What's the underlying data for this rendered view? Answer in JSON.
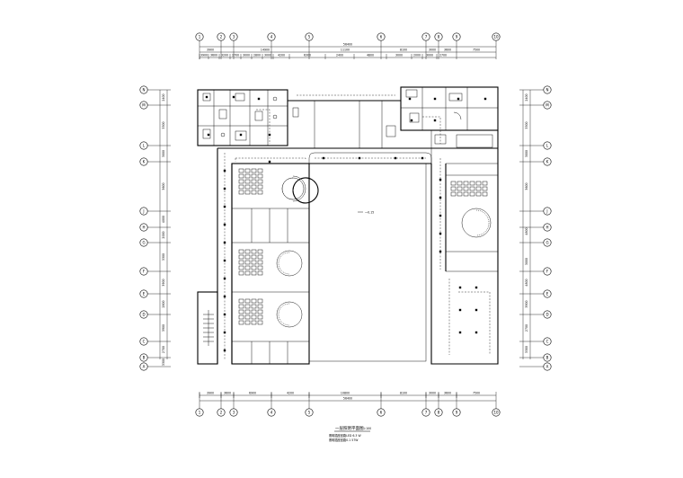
{
  "drawing": {
    "title": "一层照明平面图",
    "scale": "1:100",
    "notes": [
      "照明插座回路LED 6.3 W",
      "照明插座回路0.1 57W"
    ],
    "courtyard_label": "一0.15"
  },
  "axes": {
    "horizontal": [
      "1",
      "2",
      "3",
      "4",
      "5",
      "6",
      "7",
      "8",
      "9",
      "10"
    ],
    "vertical": [
      "N",
      "M",
      "L",
      "K",
      "J",
      "H",
      "G",
      "F",
      "E",
      "D",
      "C",
      "B",
      "A"
    ]
  },
  "dimensions": {
    "top_total": "56400",
    "top_segments": [
      "3900",
      "14900",
      "11100",
      "8100",
      "3000",
      "3600",
      "7500"
    ],
    "top_detail": [
      "3900",
      "3600",
      "3200",
      "2700",
      "3000",
      "2800",
      "3000",
      "4200",
      "6300",
      "2400",
      "4800",
      "3000",
      "2000",
      "3000",
      "2700"
    ],
    "bottom_segments": [
      "3900",
      "3600",
      "6900",
      "4200",
      "10800",
      "8100",
      "3000",
      "3600",
      "7500"
    ],
    "bottom_total": "56400",
    "left_segments": [
      "2400",
      "3300",
      "3000",
      "3600",
      "4000",
      "2000",
      "3300",
      "3900",
      "2800",
      "3900",
      "2700",
      "3300"
    ],
    "right_segments": [
      "2400",
      "3300",
      "3000",
      "3600",
      "4800",
      "3000",
      "4800",
      "3900",
      "2700",
      "3300"
    ]
  }
}
